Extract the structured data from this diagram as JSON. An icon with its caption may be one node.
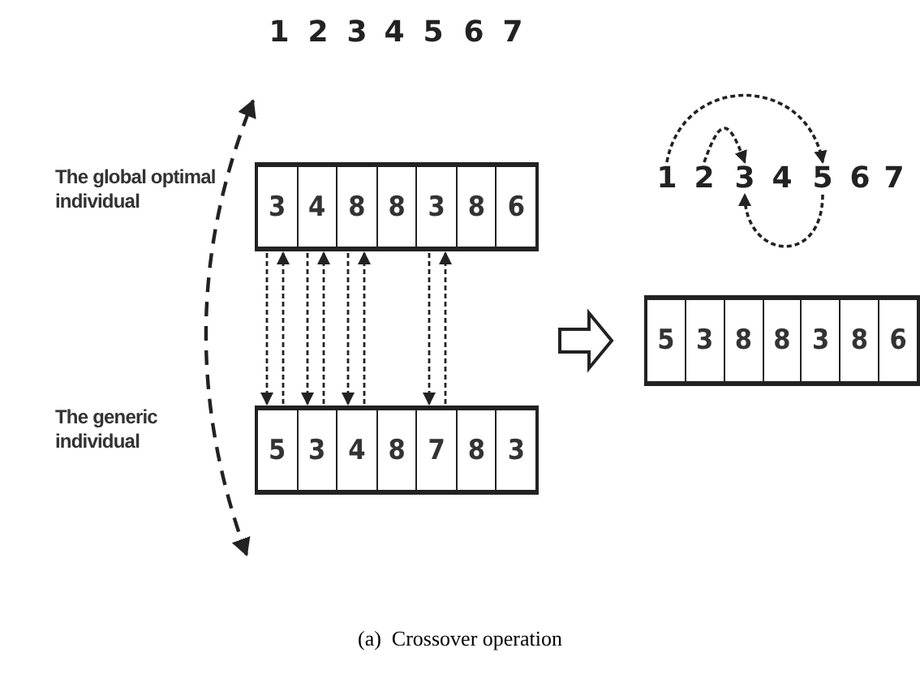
{
  "diagram": {
    "nodes": [
      {
        "text": [],
        "shape": "box"
      },
      {
        "text": [
          "3"
        ],
        "in": 0
      },
      {
        "text": [
          "4"
        ],
        "in": 0
      },
      {
        "text": [
          "8"
        ],
        "in": 0
      },
      {
        "text": [
          "8"
        ],
        "in": 0
      },
      {
        "text": [
          "3"
        ],
        "in": 0
      },
      {
        "text": [
          "8"
        ],
        "in": 0
      },
      {
        "text": [
          "6"
        ],
        "in": 0
      },
      {
        "text": [],
        "shape": "box"
      },
      {
        "text": [
          "5"
        ],
        "in": 8
      },
      {
        "text": [
          "3"
        ],
        "in": 8
      },
      {
        "text": [
          "4"
        ],
        "in": 8
      },
      {
        "text": [
          "8"
        ],
        "in": 8
      },
      {
        "text": [
          "7"
        ],
        "in": 8
      },
      {
        "text": [
          "8"
        ],
        "in": 8
      },
      {
        "text": [
          "3"
        ],
        "in": 8
      },
      {
        "text": [],
        "shape": "box"
      },
      {
        "text": [
          "5"
        ],
        "in": 16
      },
      {
        "text": [
          "3"
        ],
        "in": 16
      },
      {
        "text": [
          "8"
        ],
        "in": 16
      },
      {
        "text": [
          "8"
        ],
        "in": 16
      },
      {
        "text": [
          "3"
        ],
        "in": 16
      },
      {
        "text": [
          "8"
        ],
        "in": 16
      },
      {
        "text": [
          "6"
        ],
        "in": 16
      },
      {
        "text": [
          "1"
        ]
      },
      {
        "text": [
          "2"
        ]
      },
      {
        "text": [
          "3"
        ]
      },
      {
        "text": [
          "4"
        ]
      },
      {
        "text": [
          "5"
        ]
      },
      {
        "text": [
          "6"
        ]
      },
      {
        "text": [
          "7"
        ]
      }
    ],
    "edges": [
      {
        "from": 1,
        "to": 9,
        "arrow": "to",
        "style": "dashed"
      },
      {
        "from": 9,
        "to": 1,
        "arrow": "to",
        "style": "dashed"
      },
      {
        "from": 2,
        "to": 10,
        "arrow": "to",
        "style": "dashed"
      },
      {
        "from": 10,
        "to": 2,
        "arrow": "to",
        "style": "dashed"
      },
      {
        "from": 3,
        "to": 11,
        "arrow": "to",
        "style": "dashed"
      },
      {
        "from": 11,
        "to": 3,
        "arrow": "to",
        "style": "dashed"
      },
      {
        "from": 5,
        "to": 13,
        "arrow": "to",
        "style": "dashed"
      },
      {
        "from": 13,
        "to": 5,
        "arrow": "to",
        "style": "dashed"
      },
      {
        "from": null,
        "to": 16,
        "arrow": "to"
      },
      {
        "from": 24,
        "to": 28,
        "arrow": "to",
        "style": "dashed"
      },
      {
        "from": 25,
        "to": 26,
        "arrow": "to",
        "style": "dashed"
      },
      {
        "from": 28,
        "to": 26,
        "arrow": "to",
        "style": "dashed"
      }
    ],
    "labels": [
      "1",
      "2",
      "3",
      "4",
      "5",
      "6",
      "7",
      "The global optimal individual",
      "The generic individual"
    ],
    "caption": "(a)  Crossover operation"
  }
}
